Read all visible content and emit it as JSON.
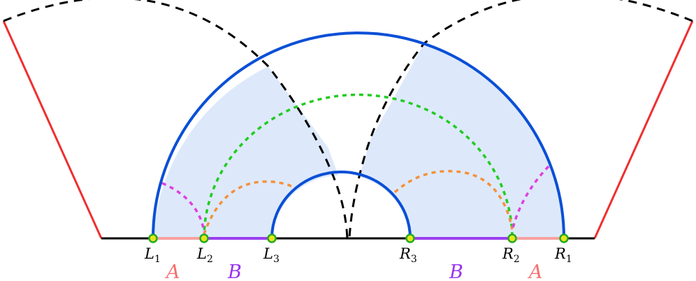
{
  "points": [
    {
      "id": "L1",
      "letter": "L",
      "sub": "1"
    },
    {
      "id": "L2",
      "letter": "L",
      "sub": "2"
    },
    {
      "id": "L3",
      "letter": "L",
      "sub": "3"
    },
    {
      "id": "R3",
      "letter": "R",
      "sub": "3"
    },
    {
      "id": "R2",
      "letter": "R",
      "sub": "2"
    },
    {
      "id": "R1",
      "letter": "R",
      "sub": "1"
    }
  ],
  "regions": [
    {
      "id": "A-left",
      "text": "A"
    },
    {
      "id": "B-left",
      "text": "B"
    },
    {
      "id": "B-right",
      "text": "B"
    },
    {
      "id": "A-right",
      "text": "A"
    }
  ],
  "colors": {
    "region_A": "#f76f6f",
    "region_B": "#9933ee",
    "segment_A": "#f7a0a0",
    "segment_B": "#9b3ff0",
    "boundary": "#0a4fd6",
    "fill": "#dde9fb",
    "red_line": "#ee3030",
    "green_curve": "#22cc22",
    "orange_curve": "#f5913a",
    "magenta_curve": "#e040e0",
    "point_fill": "#e6e61a",
    "point_stroke": "#22aa22"
  }
}
